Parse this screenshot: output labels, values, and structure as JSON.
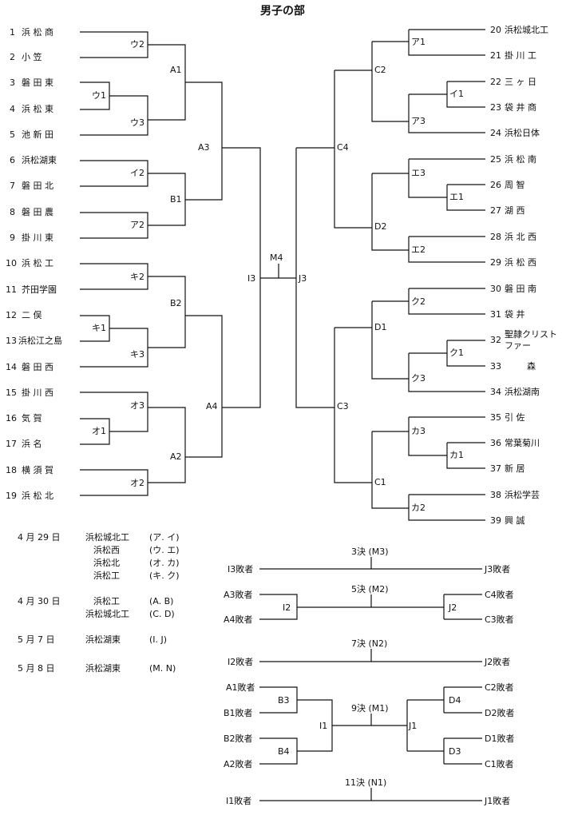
{
  "title": "男子の部",
  "left_teams": [
    {
      "num": "1",
      "name": "浜 松 商"
    },
    {
      "num": "2",
      "name": "小 笠"
    },
    {
      "num": "3",
      "name": "磐 田 東"
    },
    {
      "num": "4",
      "name": "浜 松 東"
    },
    {
      "num": "5",
      "name": "池 新 田"
    },
    {
      "num": "6",
      "name": "浜松湖東"
    },
    {
      "num": "7",
      "name": "磐 田 北"
    },
    {
      "num": "8",
      "name": "磐 田 農"
    },
    {
      "num": "9",
      "name": "掛 川 東"
    },
    {
      "num": "10",
      "name": "浜 松 工"
    },
    {
      "num": "11",
      "name": "芥田学園"
    },
    {
      "num": "12",
      "name": "二 俣"
    },
    {
      "num": "13",
      "name": "浜松江之島"
    },
    {
      "num": "14",
      "name": "磐 田 西"
    },
    {
      "num": "15",
      "name": "掛 川 西"
    },
    {
      "num": "16",
      "name": "気 賀"
    },
    {
      "num": "17",
      "name": "浜 名"
    },
    {
      "num": "18",
      "name": "横 須 賀"
    },
    {
      "num": "19",
      "name": "浜 松 北"
    }
  ],
  "right_teams": [
    {
      "num": "20",
      "name": "浜松城北工"
    },
    {
      "num": "21",
      "name": "掛 川 工"
    },
    {
      "num": "22",
      "name": "三 ヶ 日"
    },
    {
      "num": "23",
      "name": "袋 井 商"
    },
    {
      "num": "24",
      "name": "浜松日体"
    },
    {
      "num": "25",
      "name": "浜 松 南"
    },
    {
      "num": "26",
      "name": "周 智"
    },
    {
      "num": "27",
      "name": "湖 西"
    },
    {
      "num": "28",
      "name": "浜 北 西"
    },
    {
      "num": "29",
      "name": "浜 松 西"
    },
    {
      "num": "30",
      "name": "磐 田 南"
    },
    {
      "num": "31",
      "name": "袋 井"
    },
    {
      "num": "32",
      "name": "聖隷クリスト",
      "name2": "ファー"
    },
    {
      "num": "33",
      "name": "森"
    },
    {
      "num": "34",
      "name": "浜松湖南"
    },
    {
      "num": "35",
      "name": "引 佐"
    },
    {
      "num": "36",
      "name": "常葉菊川"
    },
    {
      "num": "37",
      "name": "新 居"
    },
    {
      "num": "38",
      "name": "浜松学芸"
    },
    {
      "num": "39",
      "name": "興 誠"
    }
  ],
  "match_labels": {
    "u2": "ウ2",
    "u1": "ウ1",
    "u3": "ウ3",
    "i2": "イ2",
    "a2": "ア2",
    "ki2": "キ2",
    "ki1": "キ1",
    "ki3": "キ3",
    "o3": "オ3",
    "o1": "オ1",
    "o2": "オ2",
    "A1": "A1",
    "B1": "B1",
    "B2": "B2",
    "A2": "A2",
    "A3": "A3",
    "A4": "A4",
    "I3": "I3",
    "M4": "M4",
    "J3": "J3",
    "C4": "C4",
    "C3": "C3",
    "C2": "C2",
    "D2": "D2",
    "D1": "D1",
    "C1": "C1",
    "a1": "ア1",
    "i1": "イ1",
    "a3": "ア3",
    "e3": "エ3",
    "e1": "エ1",
    "e2": "エ2",
    "ku2": "ク2",
    "ku1": "ク1",
    "ku3": "ク3",
    "ka3": "カ3",
    "ka1": "カ1",
    "ka2": "カ2"
  },
  "schedule": [
    {
      "date": "4 月 29 日",
      "venue": "浜松城北工",
      "matches": "(ア. イ)"
    },
    {
      "date": "",
      "venue": "浜松西",
      "matches": "(ウ. エ)"
    },
    {
      "date": "",
      "venue": "浜松北",
      "matches": "(オ. カ)"
    },
    {
      "date": "",
      "venue": "浜松工",
      "matches": "(キ. ク)"
    },
    {
      "date": "4 月 30 日",
      "venue": "浜松工",
      "matches": "(A. B)"
    },
    {
      "date": "",
      "venue": "浜松城北工",
      "matches": "(C. D)"
    },
    {
      "date": "5 月 7 日",
      "venue": "浜松湖東",
      "matches": "(I. J)"
    },
    {
      "date": "5 月 8 日",
      "venue": "浜松湖東",
      "matches": "(M. N)"
    }
  ],
  "playoffs": {
    "p3": {
      "title": "3決 (M3)",
      "left": "I3敗者",
      "right": "J3敗者"
    },
    "p5": {
      "title": "5決 (M2)",
      "lt": "A3敗者",
      "lb": "A4敗者",
      "lm": "I2",
      "rm": "J2",
      "rt": "C4敗者",
      "rb": "C3敗者"
    },
    "p7": {
      "title": "7決 (N2)",
      "left": "I2敗者",
      "right": "J2敗者"
    },
    "p9": {
      "title": "9決 (M1)",
      "l1": "A1敗者",
      "l2": "B1敗者",
      "l3": "B2敗者",
      "l4": "A2敗者",
      "lb3": "B3",
      "lb4": "B4",
      "li1": "I1",
      "rj1": "J1",
      "rd4": "D4",
      "rd3": "D3",
      "r1": "C2敗者",
      "r2": "D2敗者",
      "r3": "D1敗者",
      "r4": "C1敗者"
    },
    "p11": {
      "title": "11決 (N1)",
      "left": "I1敗者",
      "right": "J1敗者"
    }
  }
}
